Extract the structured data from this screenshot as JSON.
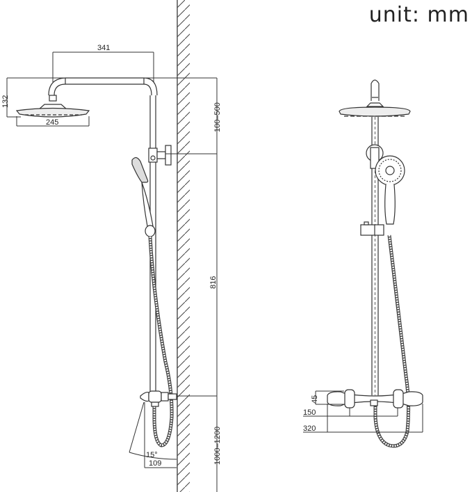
{
  "unit_label": "unit:  mm",
  "side_view": {
    "dimensions": {
      "arm_length": "341",
      "head_height": "132",
      "head_diameter": "245",
      "arm_height_range": "100–500",
      "bar_height": "816",
      "valve_height_range": "1000–1200",
      "valve_projection": "109",
      "valve_angle": "15°"
    }
  },
  "front_view": {
    "dimensions": {
      "valve_body_height": "45",
      "valve_center_spacing": "150",
      "valve_overall_width": "320"
    }
  },
  "colors": {
    "line": "#333333",
    "hatch": "#444444",
    "background": "#ffffff"
  }
}
